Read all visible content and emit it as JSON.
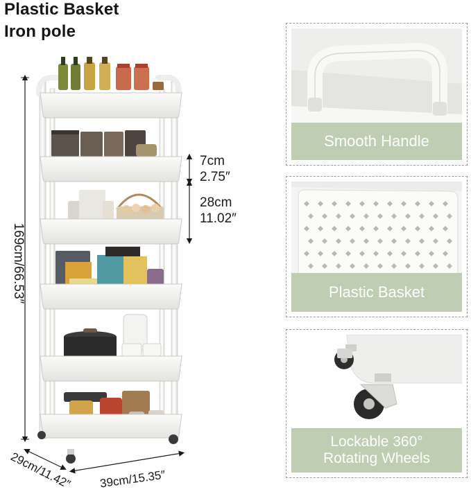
{
  "titles": {
    "line1": "Plastic Basket",
    "line2": "Iron pole"
  },
  "dimensions": {
    "height": "169cm/66.53″",
    "gap_small_cm": "7cm",
    "gap_small_in": "2.75″",
    "gap_large_cm": "28cm",
    "gap_large_in": "11.02″",
    "depth": "29cm/11.42″",
    "width": "39cm/15.35″"
  },
  "features": [
    {
      "label": "Smooth Handle",
      "icon": "handle-icon"
    },
    {
      "label": "Plastic Basket",
      "icon": "basket-icon"
    },
    {
      "label": "Lockable 360°\nRotating Wheels",
      "icon": "wheel-icon"
    }
  ],
  "colors": {
    "band": "#bfcdb3",
    "cart": "#f4f4f2",
    "dimension_line": "#1a1a1a"
  }
}
